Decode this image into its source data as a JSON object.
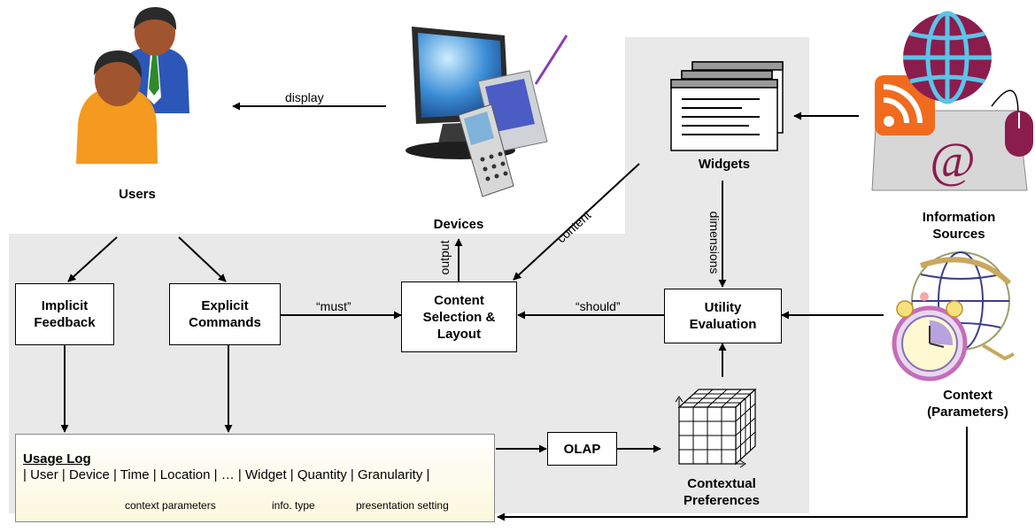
{
  "labels": {
    "users": "Users",
    "devices": "Devices",
    "widgets": "Widgets",
    "information_sources": "Information\nSources",
    "context": "Context\n(Parameters)",
    "contextual_preferences": "Contextual\nPreferences"
  },
  "boxes": {
    "implicit_feedback": "Implicit\nFeedback",
    "explicit_commands": "Explicit\nCommands",
    "content_selection": "Content\nSelection &\nLayout",
    "utility_evaluation": "Utility\nEvaluation",
    "olap": "OLAP"
  },
  "edge_labels": {
    "display": "display",
    "output": "output",
    "content": "content",
    "dimensions": "dimensions",
    "must": "“must”",
    "should": "“should”"
  },
  "usage_log": {
    "title": "Usage Log",
    "fields": "| User | Device | Time | Location | … | Widget | Quantity | Granularity |",
    "groups": {
      "context_parameters": "context parameters",
      "info_type": "info. type",
      "presentation_setting": "presentation setting"
    }
  },
  "colors": {
    "region_fill": "#e9e9e9",
    "usage_log_fill": "#fbf8dc",
    "rss_orange": "#f06b1d",
    "globe_purple": "#8b1c4e",
    "globe_blue": "#5bc4e8",
    "user_orange": "#f39a1f",
    "user_blue": "#2c57b8",
    "skin": "#a0552e",
    "hair": "#2a2a2a",
    "tie_green": "#2f8a2a"
  }
}
